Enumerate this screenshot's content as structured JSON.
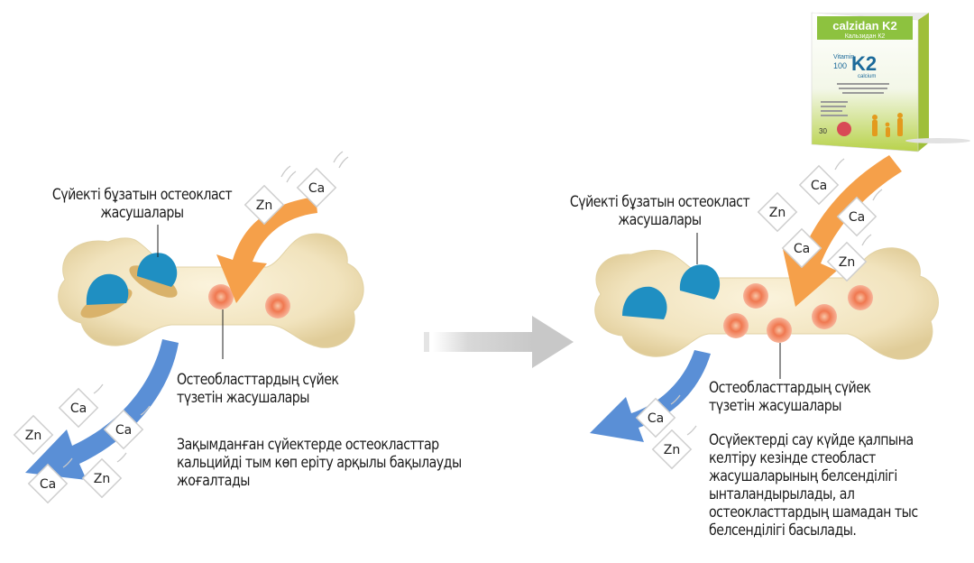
{
  "product": {
    "brand": "calzidan K2",
    "brand_cyr": "Кальзидан К2",
    "vitamin_prefix": "Vitamin",
    "dose": "100",
    "big_label": "K2",
    "sub_label": "calcium",
    "count": "30"
  },
  "ions": {
    "zn": "Zn",
    "ca": "Ca"
  },
  "left": {
    "osteoclast_label": [
      "Сүйекті бұзатын остеокласт",
      "жасушалары"
    ],
    "osteoblast_label": [
      "Остеобласттардың сүйек",
      "түзетін жасушалары"
    ],
    "description": [
      "Зақымданған сүйектерде остеокласттар",
      "кальцийді тым көп еріту арқылы бақылауды",
      "жоғалтады"
    ]
  },
  "right": {
    "osteoclast_label": [
      "Сүйекті бұзатын остеокласт",
      "жасушалары"
    ],
    "osteoblast_label": [
      "Остеобласттардың сүйек",
      "түзетін жасушалары"
    ],
    "description": [
      "Осүйектерді сау күйде қалпына",
      "келтіру кезінде стеобласт",
      "жасушаларының белсенділігі",
      "ынталандырылады, ал",
      "остеокласттардың шамадан тыс",
      "белсенділігі басылады."
    ]
  },
  "colors": {
    "bone": "#f3e6c4",
    "osteoclast": "#1f8fc2",
    "osteoblast": "#f08060",
    "arrow_in": "#f5a04a",
    "arrow_out": "#5a8fd6",
    "center_arrow": "#cfcfcf",
    "box_green": "#8dc23f"
  }
}
